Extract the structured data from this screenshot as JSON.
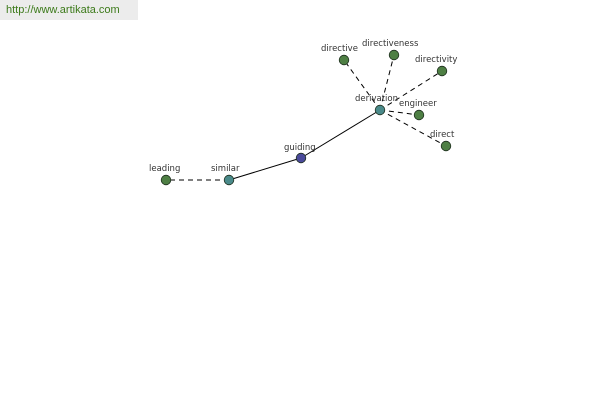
{
  "watermark": {
    "url": "http://www.artikata.com"
  },
  "colors": {
    "synonym_node": "#4e7f44",
    "hub_node": "#4a8a8a",
    "center_node": "#4a4a9a",
    "edge": "#000000"
  },
  "graph": {
    "nodes": [
      {
        "id": "guiding",
        "label": "guiding",
        "kind": "center"
      },
      {
        "id": "similar",
        "label": "similar",
        "kind": "hub"
      },
      {
        "id": "leading",
        "label": "leading",
        "kind": "leaf"
      },
      {
        "id": "derivation",
        "label": "derivation",
        "kind": "hub"
      },
      {
        "id": "directive",
        "label": "directive",
        "kind": "leaf"
      },
      {
        "id": "directiveness",
        "label": "directiveness",
        "kind": "leaf"
      },
      {
        "id": "directivity",
        "label": "directivity",
        "kind": "leaf"
      },
      {
        "id": "engineer",
        "label": "engineer",
        "kind": "leaf"
      },
      {
        "id": "direct",
        "label": "direct",
        "kind": "leaf"
      }
    ],
    "edges": [
      {
        "from": "guiding",
        "to": "similar",
        "style": "solid"
      },
      {
        "from": "guiding",
        "to": "derivation",
        "style": "solid"
      },
      {
        "from": "similar",
        "to": "leading",
        "style": "dashed"
      },
      {
        "from": "derivation",
        "to": "directive",
        "style": "dashed"
      },
      {
        "from": "derivation",
        "to": "directiveness",
        "style": "dashed"
      },
      {
        "from": "derivation",
        "to": "directivity",
        "style": "dashed"
      },
      {
        "from": "derivation",
        "to": "engineer",
        "style": "dashed"
      },
      {
        "from": "derivation",
        "to": "direct",
        "style": "dashed"
      }
    ]
  }
}
